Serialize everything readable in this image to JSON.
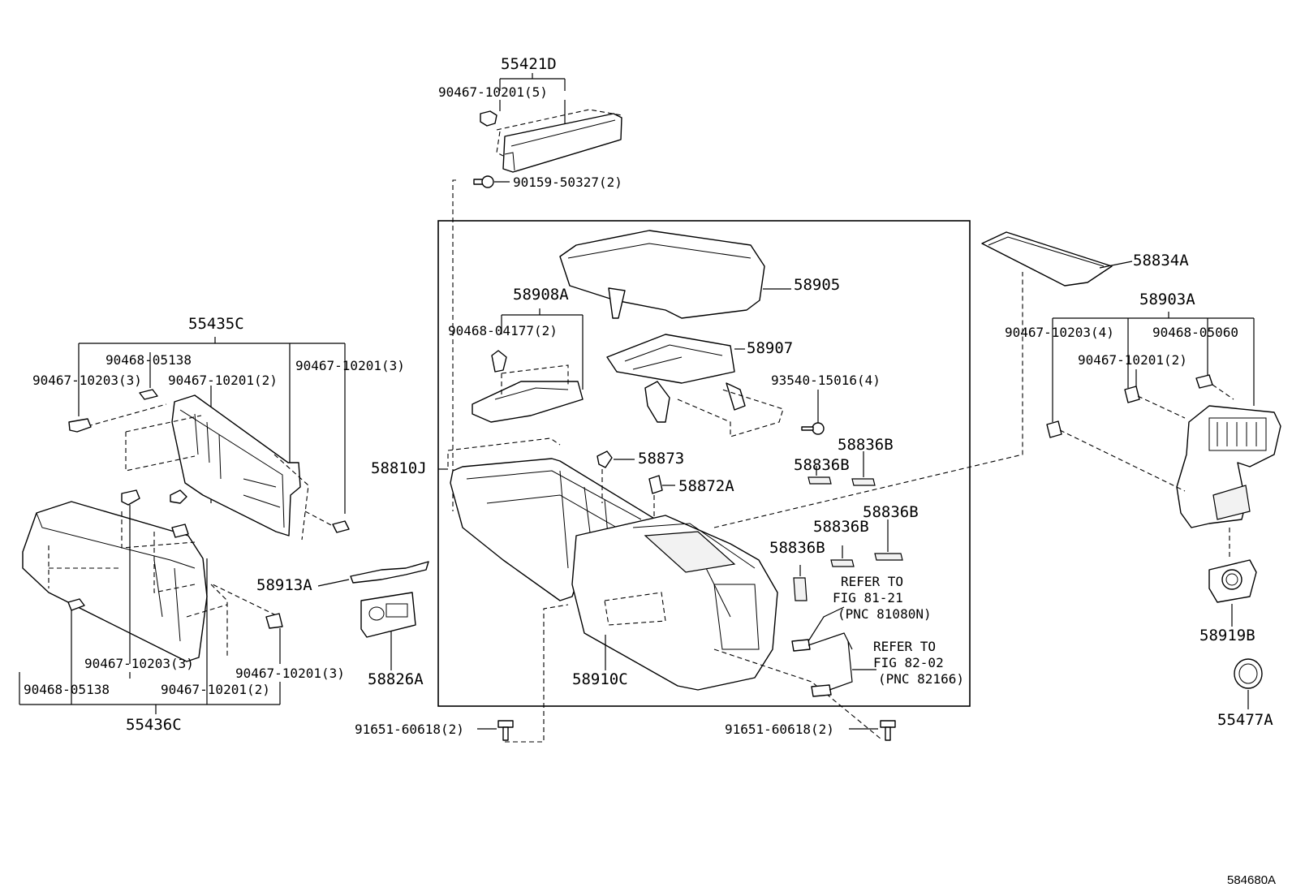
{
  "labels": {
    "p55421D": "55421D",
    "p90467_10201_5": "90467-10201(5)",
    "p90159_50327_2": "90159-50327(2)",
    "p55435C": "55435C",
    "p90468_05138_top": "90468-05138",
    "p90467_10203_3_top": "90467-10203(3)",
    "p90467_10201_2_top": "90467-10201(2)",
    "p90467_10201_3_top": "90467-10201(3)",
    "p58913A": "58913A",
    "p90467_10203_3_bot": "90467-10203(3)",
    "p90467_10201_3_bot": "90467-10201(3)",
    "p90468_05138_bot": "90468-05138",
    "p90467_10201_2_bot": "90467-10201(2)",
    "p55436C": "55436C",
    "p58826A": "58826A",
    "p91651_60618_2_left": "91651-60618(2)",
    "p58908A": "58908A",
    "p90468_04177_2": "90468-04177(2)",
    "p58905": "58905",
    "p58907": "58907",
    "p93540_15016_4": "93540-15016(4)",
    "p58810J": "58810J",
    "p58873": "58873",
    "p58872A": "58872A",
    "p58836B_1": "58836B",
    "p58836B_2": "58836B",
    "p58836B_3": "58836B",
    "p58836B_4": "58836B",
    "p58836B_5": "58836B",
    "ref1_line1": "REFER TO",
    "ref1_line2": "FIG 81-21",
    "ref1_line3": "(PNC 81080N)",
    "ref2_line1": "REFER TO",
    "ref2_line2": "FIG 82-02",
    "ref2_line3": "(PNC 82166)",
    "p58910C": "58910C",
    "p91651_60618_2_right": "91651-60618(2)",
    "p58834A": "58834A",
    "p58903A": "58903A",
    "p90467_10203_4": "90467-10203(4)",
    "p90468_05060": "90468-05060",
    "p90467_10201_2_right": "90467-10201(2)",
    "p58919B": "58919B",
    "p55477A": "55477A",
    "figure_number": "584680A"
  }
}
